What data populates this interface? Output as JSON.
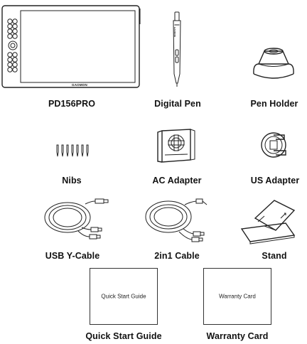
{
  "items": [
    {
      "id": "pd156pro",
      "label": "PD156PRO",
      "screen_logo": "GAOMON"
    },
    {
      "id": "digital-pen",
      "label": "Digital Pen",
      "pen_logo": "GAOMON"
    },
    {
      "id": "pen-holder",
      "label": "Pen Holder"
    },
    {
      "id": "nibs",
      "label": "Nibs"
    },
    {
      "id": "ac-adapter",
      "label": "AC Adapter"
    },
    {
      "id": "us-adapter",
      "label": "US Adapter"
    },
    {
      "id": "usb-y-cable",
      "label": "USB Y-Cable"
    },
    {
      "id": "2in1-cable",
      "label": "2in1 Cable"
    },
    {
      "id": "stand",
      "label": "Stand"
    },
    {
      "id": "quick-start-guide",
      "label": "Quick Start Guide",
      "card_text": "Quick Start Guide"
    },
    {
      "id": "warranty-card",
      "label": "Warranty Card",
      "card_text": "Warranty Card"
    }
  ]
}
